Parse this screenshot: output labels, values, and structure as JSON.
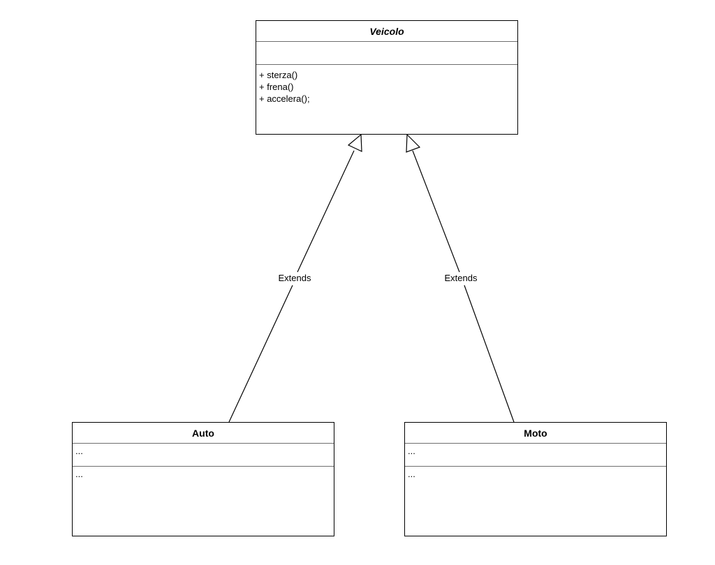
{
  "classes": {
    "veicolo": {
      "name": "Veicolo",
      "abstract": true,
      "attributes": [],
      "operations": [
        "+ sterza()",
        "+ frena()",
        "+ accelera();"
      ]
    },
    "auto": {
      "name": "Auto",
      "abstract": false,
      "attributes": [
        "..."
      ],
      "operations": [
        "..."
      ]
    },
    "moto": {
      "name": "Moto",
      "abstract": false,
      "attributes": [
        "..."
      ],
      "operations": [
        "..."
      ]
    }
  },
  "relations": [
    {
      "type": "generalization",
      "from": "Auto",
      "to": "Veicolo",
      "label": "Extends"
    },
    {
      "type": "generalization",
      "from": "Moto",
      "to": "Veicolo",
      "label": "Extends"
    }
  ],
  "colors": {
    "line": "#000000",
    "divider": "#6e6e6e",
    "background": "#ffffff"
  }
}
